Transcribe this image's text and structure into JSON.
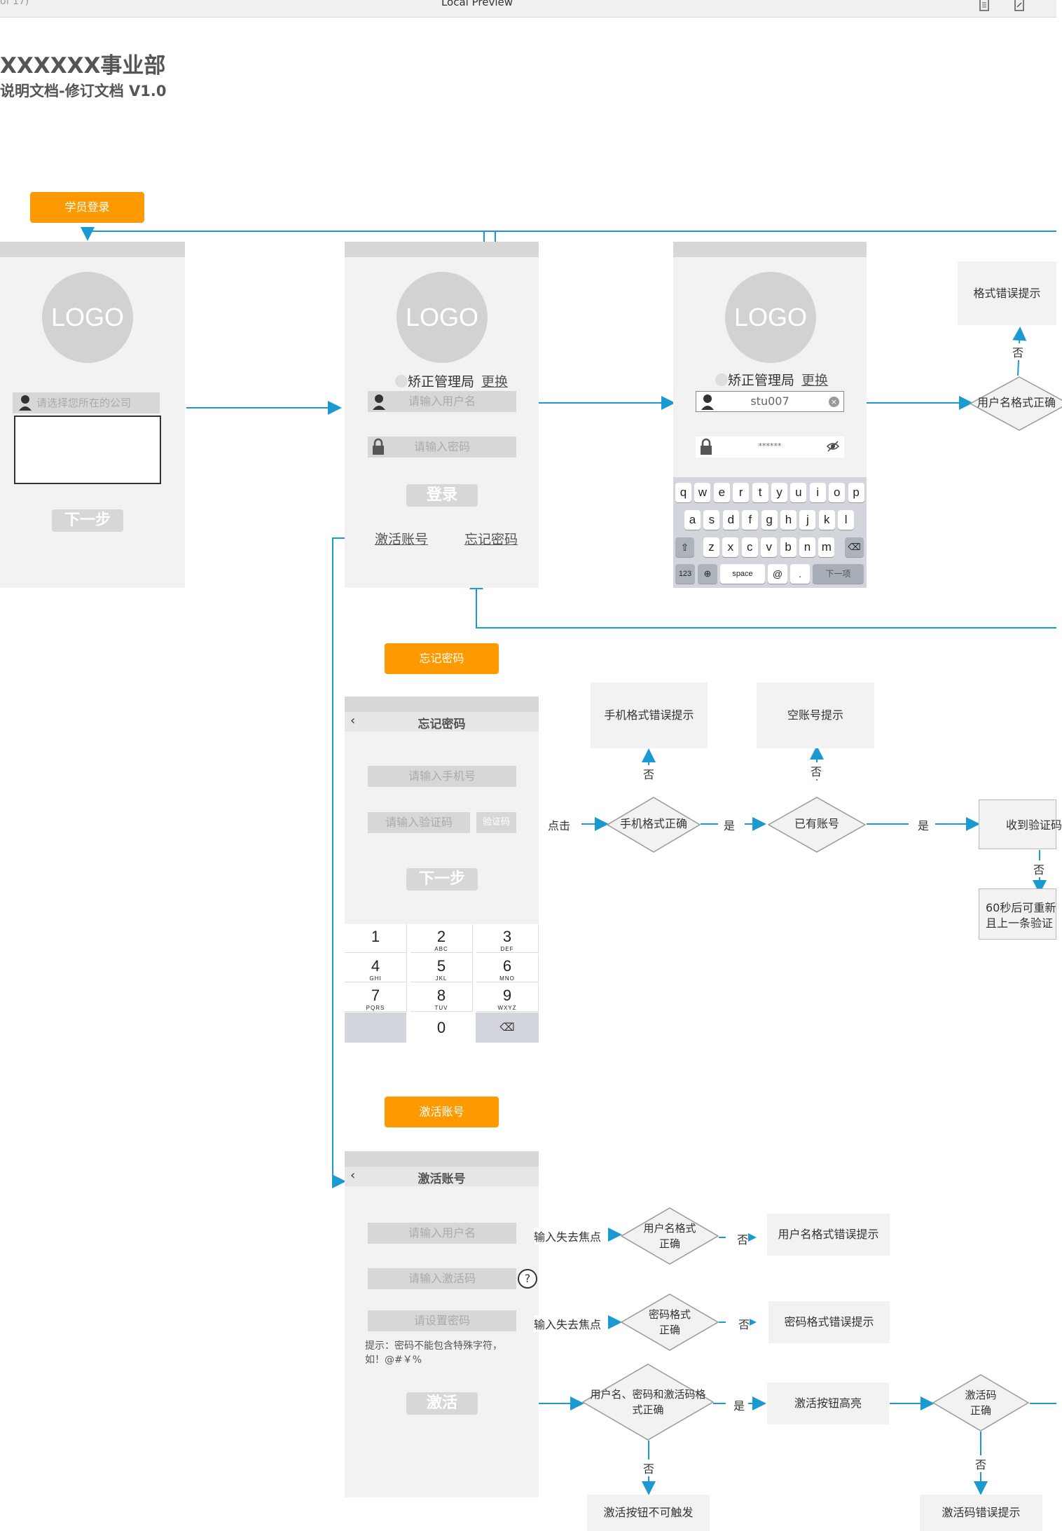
{
  "window": {
    "page_counter": "of 17)",
    "title": "Local Preview"
  },
  "doc": {
    "title": "XXXXXX事业部",
    "subtitle": "说明文档-修订文档 V1.0"
  },
  "sections": {
    "student_login": "学员登录",
    "forgot_password": "忘记密码",
    "activate_account": "激活账号"
  },
  "screen1": {
    "logo": "LOGO",
    "company_placeholder": "请选择您所在的公司",
    "next": "下一步"
  },
  "screen2": {
    "logo": "LOGO",
    "org": "矫正管理局",
    "change": "更换",
    "username_placeholder": "请输入用户名",
    "password_placeholder": "请输入密码",
    "login": "登录",
    "activate_link": "激活账号",
    "forgot_link": "忘记密码"
  },
  "screen3": {
    "logo": "LOGO",
    "org": "矫正管理局",
    "change": "更换",
    "username_value": "stu007",
    "password_mask": "******",
    "keyboard": {
      "row1": [
        "q",
        "w",
        "e",
        "r",
        "t",
        "y",
        "u",
        "i",
        "o",
        "p"
      ],
      "row2": [
        "a",
        "s",
        "d",
        "f",
        "g",
        "h",
        "j",
        "k",
        "l"
      ],
      "row3": [
        "z",
        "x",
        "c",
        "v",
        "b",
        "n",
        "m"
      ],
      "num": "123",
      "space": "space",
      "at": "@",
      "dot": ".",
      "next": "下一项"
    }
  },
  "login_flow": {
    "format_error": "格式错误提示",
    "no": "否",
    "username_check": "用户名格式正确"
  },
  "forgot": {
    "title": "忘记密码",
    "phone_placeholder": "请输入手机号",
    "code_placeholder": "请输入验证码",
    "code_button": "验证码",
    "next": "下一步",
    "numpad": [
      {
        "d": "1",
        "l": ""
      },
      {
        "d": "2",
        "l": "ABC"
      },
      {
        "d": "3",
        "l": "DEF"
      },
      {
        "d": "4",
        "l": "GHI"
      },
      {
        "d": "5",
        "l": "JKL"
      },
      {
        "d": "6",
        "l": "MNO"
      },
      {
        "d": "7",
        "l": "PQRS"
      },
      {
        "d": "8",
        "l": "TUV"
      },
      {
        "d": "9",
        "l": "WXYZ"
      }
    ],
    "zero": "0"
  },
  "forgot_flow": {
    "click": "点击",
    "phone_check": "手机格式正确",
    "yes1": "是",
    "has_account": "已有账号",
    "yes2": "是",
    "phone_error": "手机格式错误提示",
    "no1": "否",
    "empty_account": "空账号提示",
    "no2": "否",
    "receive_code": "收到验证码",
    "no3": "否",
    "resend_line1": "60秒后可重新",
    "resend_line2": "且上一条验证"
  },
  "activate": {
    "title": "激活账号",
    "username_placeholder": "请输入用户名",
    "code_placeholder": "请输入激活码",
    "help": "?",
    "password_placeholder": "请设置密码",
    "hint_line1": "提示：密码不能包含特殊字符，",
    "hint_line2": "如！@#￥%",
    "activate_btn": "激活"
  },
  "activate_flow": {
    "blur1": "输入失去焦点",
    "username_check_l1": "用户名格式",
    "username_check_l2": "正确",
    "no1": "否",
    "username_error": "用户名格式错误提示",
    "blur2": "输入失去焦点",
    "pwd_check_l1": "密码格式",
    "pwd_check_l2": "正确",
    "no2": "否",
    "pwd_error": "密码格式错误提示",
    "all_check_l1": "用户名、密码和激活码格",
    "all_check_l2": "式正确",
    "yes": "是",
    "highlight": "激活按钮高亮",
    "code_check_l1": "激活码",
    "code_check_l2": "正确",
    "no3": "否",
    "not_trigger": "激活按钮不可触发",
    "no4": "否",
    "code_error": "激活码错误提示"
  },
  "colors": {
    "orange": "#ff9900",
    "line": "#1a9ad0",
    "gray": "#d7d7d7",
    "panel": "#f2f2f2"
  }
}
